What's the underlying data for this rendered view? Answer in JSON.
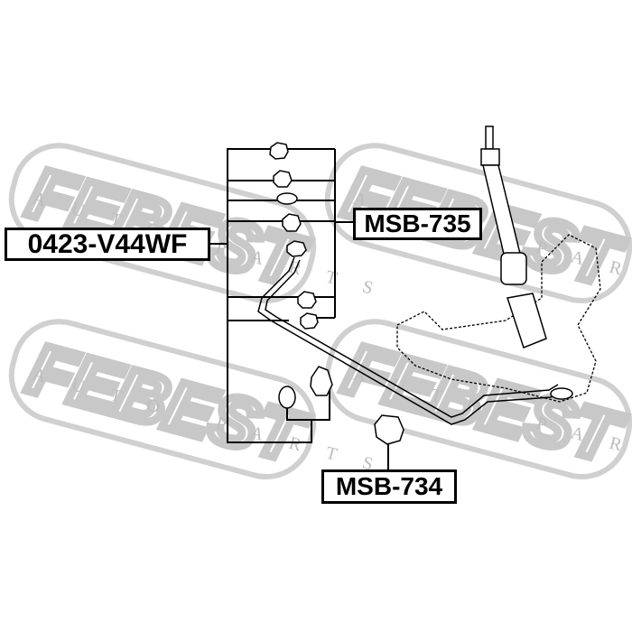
{
  "watermark": {
    "brand": "FEBEST",
    "tagline": "AUTO PARTS"
  },
  "labels": {
    "kit": "0423-V44WF",
    "upper_bushing": "MSB-735",
    "lower_bushing": "MSB-734"
  }
}
